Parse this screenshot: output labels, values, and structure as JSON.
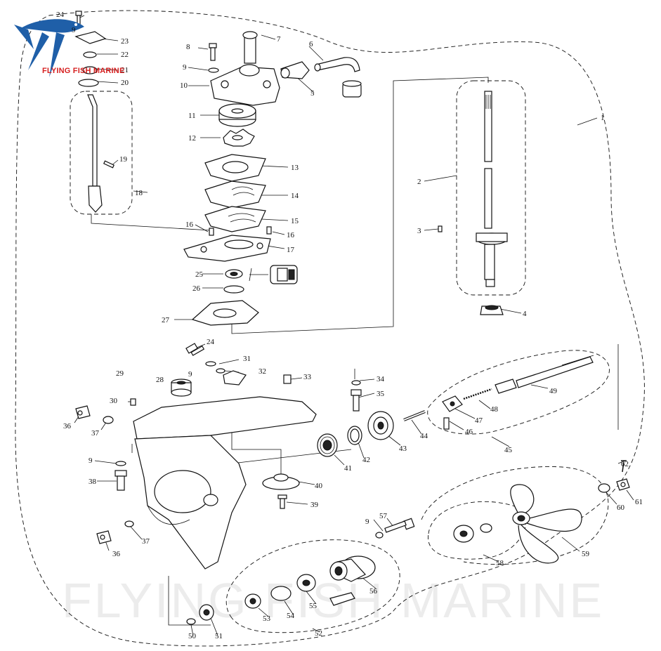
{
  "brand": {
    "name": "FLYING FISH MARINE",
    "watermark": "FLYING FISH MARINE",
    "colors": {
      "brand_red": "#d61f1f",
      "logo_blue": "#1f5fa8"
    }
  },
  "callouts": [
    "1",
    "2",
    "3",
    "4",
    "5",
    "6",
    "7",
    "8",
    "9",
    "10",
    "11",
    "12",
    "13",
    "14",
    "15",
    "16",
    "16",
    "17",
    "18",
    "19",
    "20",
    "21",
    "22",
    "23",
    "24",
    "24",
    "25",
    "26",
    "27",
    "28",
    "29",
    "30",
    "31",
    "32",
    "33",
    "34",
    "35",
    "36",
    "36",
    "37",
    "37",
    "38",
    "39",
    "40",
    "41",
    "42",
    "43",
    "44",
    "45",
    "46",
    "47",
    "48",
    "49",
    "50",
    "51",
    "52",
    "53",
    "54",
    "55",
    "56",
    "57",
    "58",
    "59",
    "60",
    "61",
    "62",
    "9",
    "9",
    "9",
    "9"
  ]
}
